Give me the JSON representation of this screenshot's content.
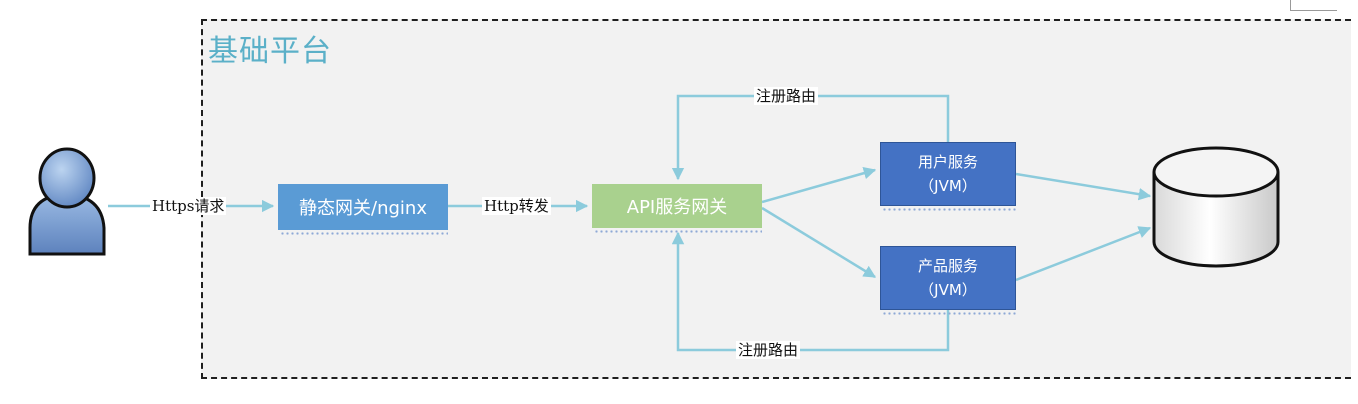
{
  "platform": {
    "title": "基础平台"
  },
  "nodes": {
    "static_gateway": "静态网关/nginx",
    "api_gateway": "API服务网关",
    "user_service": {
      "name": "用户服务",
      "runtime": "（JVM）"
    },
    "product_service": {
      "name": "产品服务",
      "runtime": "（JVM）"
    }
  },
  "edges": {
    "https_request": "Https请求",
    "http_forward": "Http转发",
    "register_route_top": "注册路由",
    "register_route_bottom": "注册路由"
  },
  "icons": {
    "user": "user-icon",
    "database": "database-icon"
  },
  "colors": {
    "title": "#5bb0c8",
    "static_gateway": "#5a9bd5",
    "api_gateway": "#a9d18e",
    "service": "#4472c4",
    "connector": "#8ccbdc"
  }
}
